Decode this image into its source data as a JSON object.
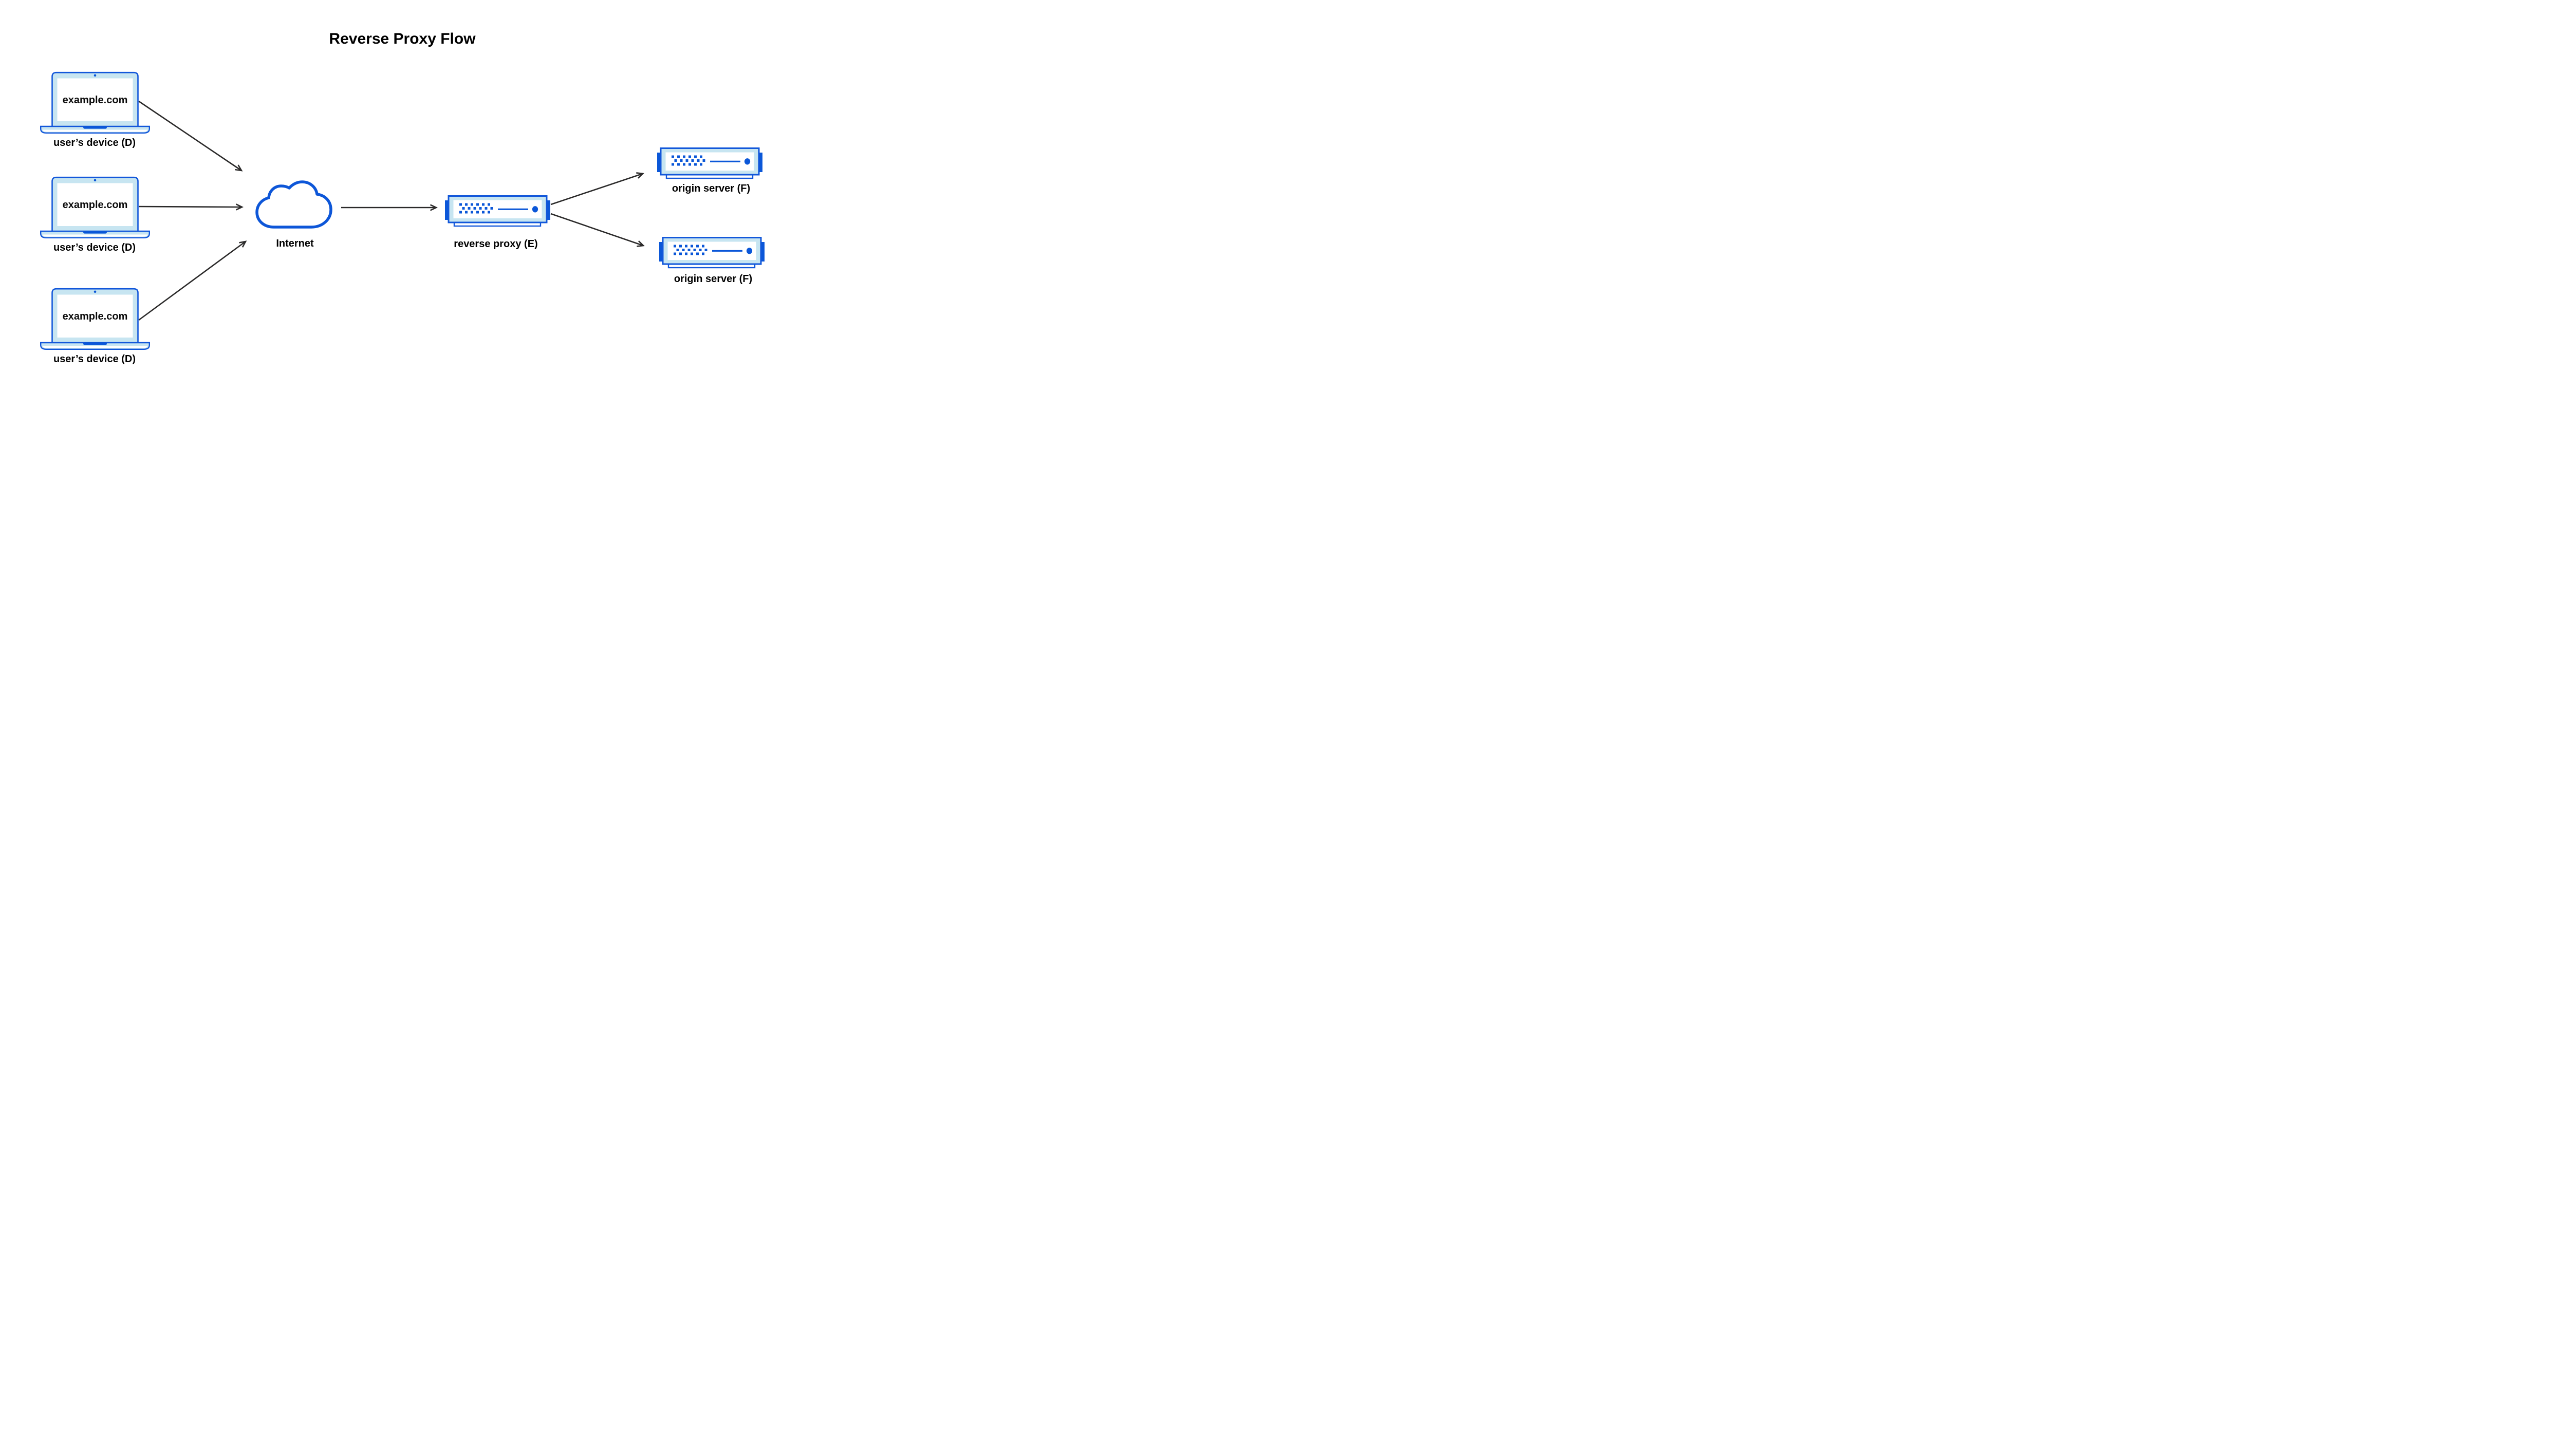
{
  "title": "Reverse Proxy Flow",
  "nodes": {
    "devices": [
      {
        "screen_text": "example.com",
        "label": "user’s device (D)"
      },
      {
        "screen_text": "example.com",
        "label": "user’s device (D)"
      },
      {
        "screen_text": "example.com",
        "label": "user’s device (D)"
      }
    ],
    "internet": {
      "label": "Internet"
    },
    "reverse_proxy": {
      "label": "reverse proxy (E)"
    },
    "origin_servers": [
      {
        "label": "origin server (F)"
      },
      {
        "label": "origin server (F)"
      }
    ]
  },
  "connections": [
    {
      "from": "user’s device (D) 1",
      "to": "Internet"
    },
    {
      "from": "user’s device (D) 2",
      "to": "Internet"
    },
    {
      "from": "user’s device (D) 3",
      "to": "Internet"
    },
    {
      "from": "Internet",
      "to": "reverse proxy (E)"
    },
    {
      "from": "reverse proxy (E)",
      "to": "origin server (F) 1"
    },
    {
      "from": "reverse proxy (E)",
      "to": "origin server (F) 2"
    }
  ],
  "icons": [
    "laptop-icon",
    "cloud-icon",
    "server-icon"
  ],
  "colors": {
    "accent_blue": "#0b57d8",
    "outline_blue": "#1257da",
    "light_blue": "#c7e5f1",
    "arrow": "#2b2a2a",
    "text": "#000000",
    "background": "#ffffff"
  }
}
